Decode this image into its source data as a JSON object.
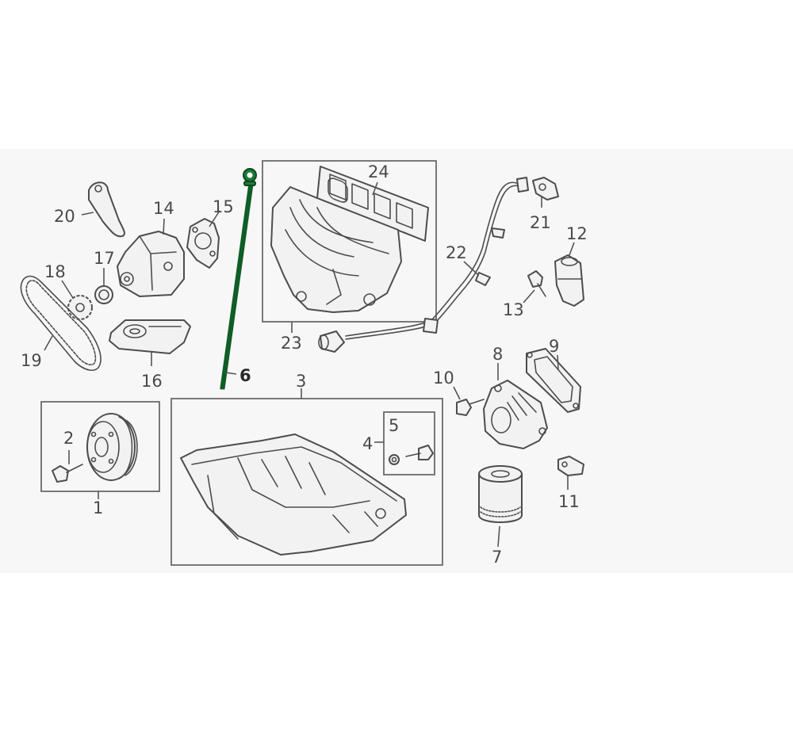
{
  "labels": {
    "p1": "1",
    "p2": "2",
    "p3": "3",
    "p4": "4",
    "p5": "5",
    "p6": "6",
    "p7": "7",
    "p8": "8",
    "p9": "9",
    "p10": "10",
    "p11": "11",
    "p12": "12",
    "p13": "13",
    "p14": "14",
    "p15": "15",
    "p16": "16",
    "p17": "17",
    "p18": "18",
    "p19": "19",
    "p20": "20",
    "p21": "21",
    "p22": "22",
    "p23": "23",
    "p24": "24"
  },
  "highlighted_part": "6",
  "colors": {
    "highlight": "#1f7a3a",
    "line": "#4d4d4d",
    "background": "#f7f7f7"
  }
}
